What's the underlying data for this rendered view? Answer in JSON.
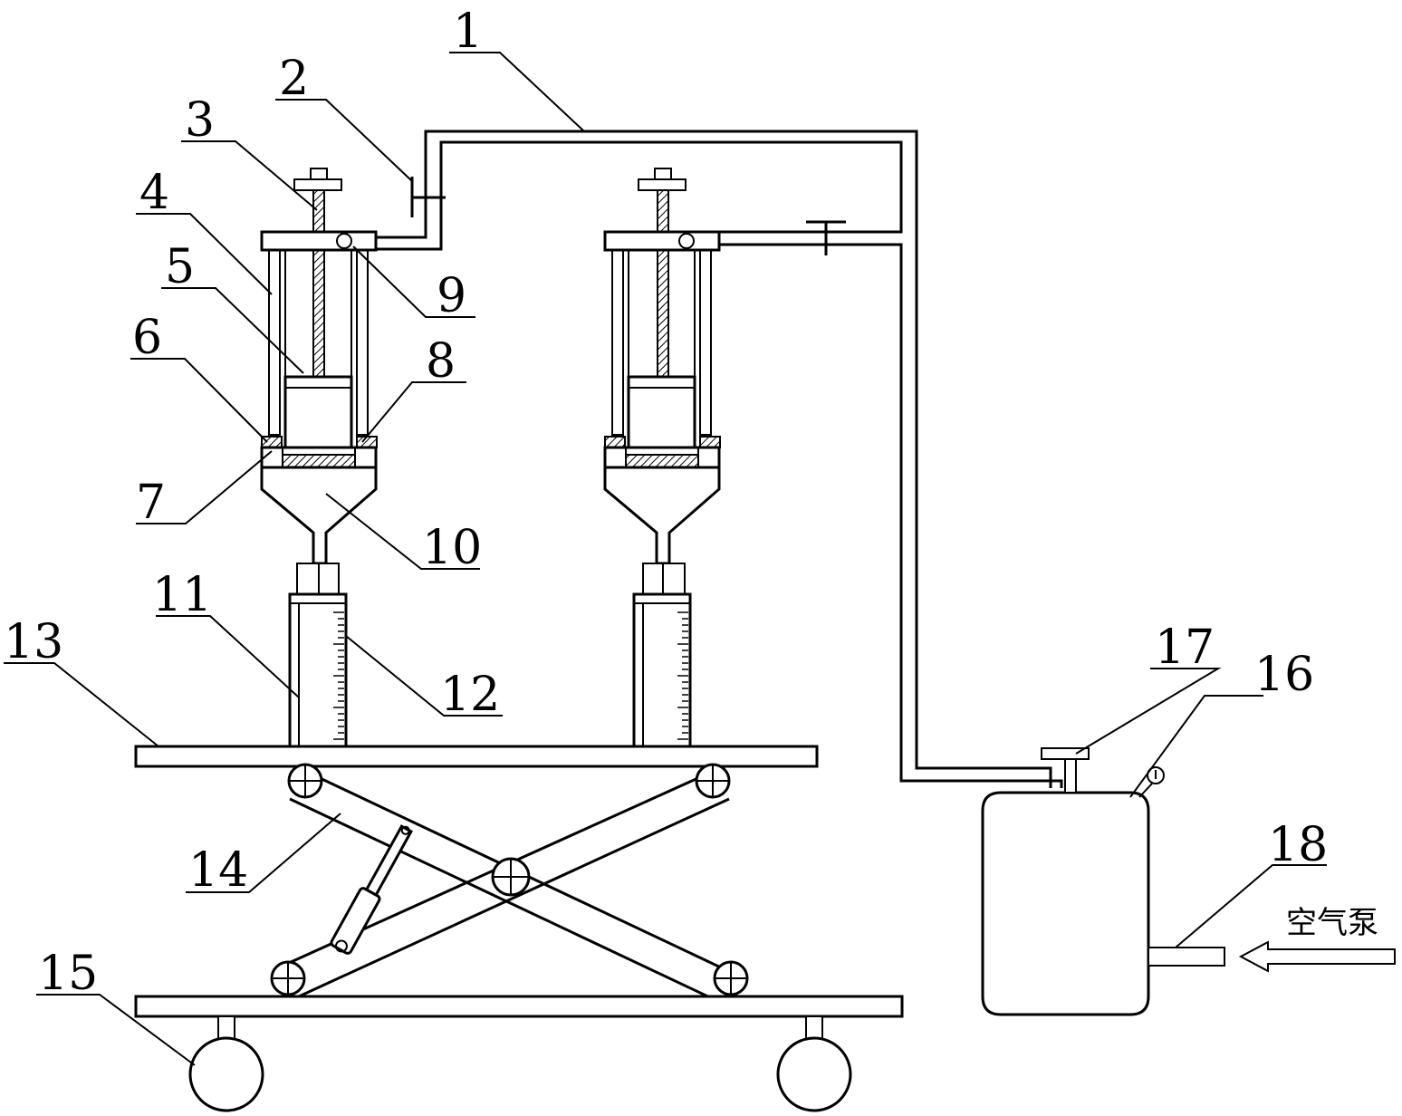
{
  "labels": {
    "l1": "1",
    "l2": "2",
    "l3": "3",
    "l4": "4",
    "l5": "5",
    "l6": "6",
    "l7": "7",
    "l8": "8",
    "l9": "9",
    "l10": "10",
    "l11": "11",
    "l12": "12",
    "l13": "13",
    "l14": "14",
    "l15": "15",
    "l16": "16",
    "l17": "17",
    "l18": "18"
  },
  "air_pump_text": "空气泵"
}
